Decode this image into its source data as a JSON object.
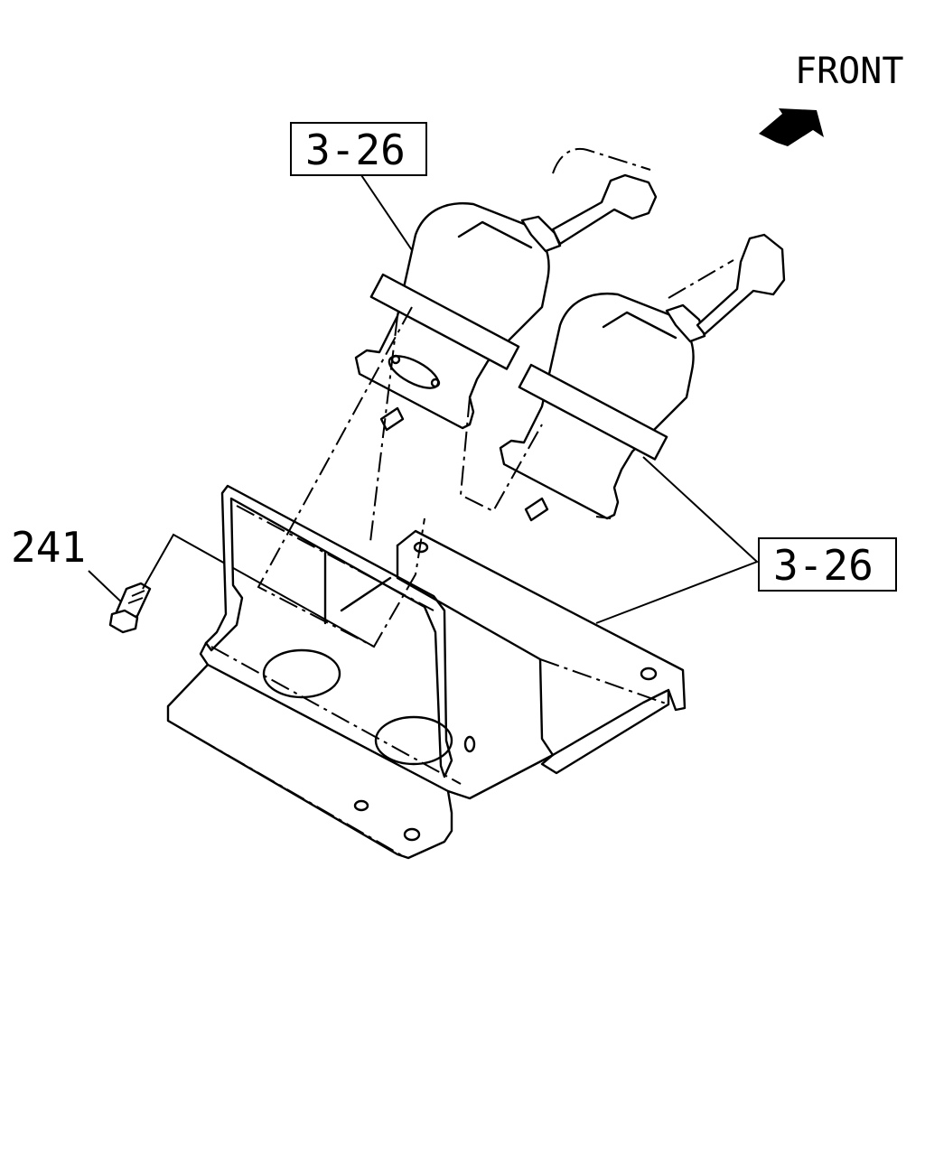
{
  "direction_label": "FRONT",
  "callouts": {
    "upper_ref": "3-26",
    "lower_ref": "3-26",
    "bolt_part": "241"
  },
  "colors": {
    "ink": "#000000",
    "paper": "#ffffff"
  }
}
